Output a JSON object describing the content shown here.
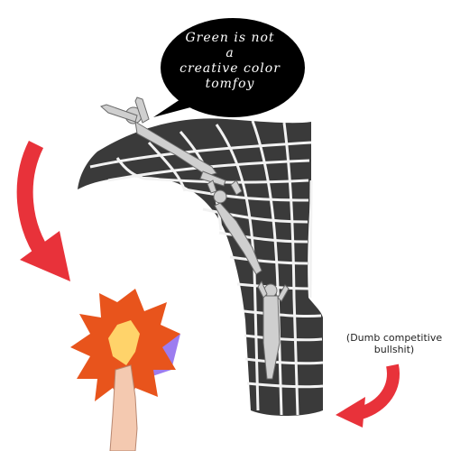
{
  "speech_bubble": {
    "lines": [
      "Green is not",
      "a",
      "creative color",
      "tomfoy"
    ]
  },
  "caption": {
    "lines": [
      "(Dumb competitive",
      "bullshit)"
    ]
  },
  "colors": {
    "arrow": "#e8323a",
    "funnel": "#3a3a3a",
    "grid": "#f2f2f2",
    "bubble": "#000000",
    "flame_outer": "#e8541c",
    "flame_inner": "#ffd36a",
    "flame_accent": "#9c7cf0"
  },
  "icons": [
    "curved-arrow-left",
    "curved-arrow-right",
    "speech-bubble",
    "funnel-wormhole",
    "flame-hand"
  ]
}
